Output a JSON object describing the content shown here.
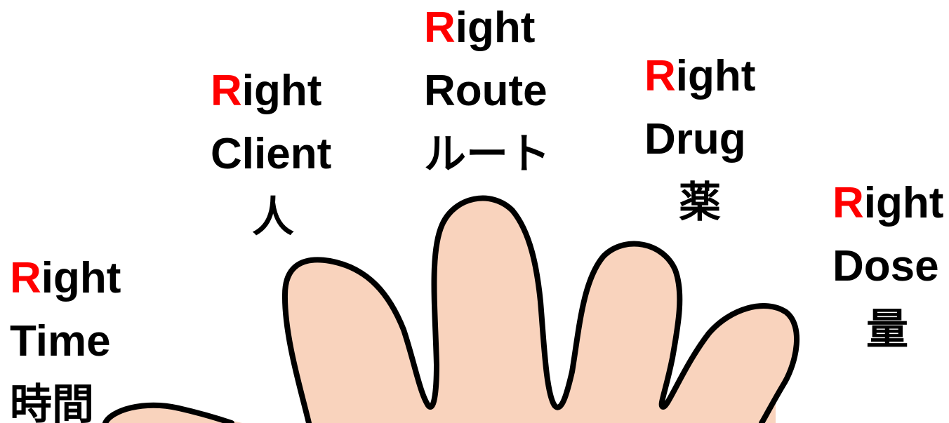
{
  "labels": {
    "time": {
      "r": "R",
      "rest": "ight",
      "english": "Time",
      "japanese": "時間"
    },
    "client": {
      "r": "R",
      "rest": "ight",
      "english": "Client",
      "japanese": "人"
    },
    "route": {
      "r": "R",
      "rest": "ight",
      "english": "Route",
      "japanese": "ルート"
    },
    "drug": {
      "r": "R",
      "rest": "ight",
      "english": "Drug",
      "japanese": "薬"
    },
    "dose": {
      "r": "R",
      "rest": "ight",
      "english": "Dose",
      "japanese": "量"
    }
  },
  "colors": {
    "accent_r": "#ff0000",
    "text": "#000000",
    "skin": "#f9d3bd",
    "outline": "#000000",
    "background": "#ffffff"
  }
}
